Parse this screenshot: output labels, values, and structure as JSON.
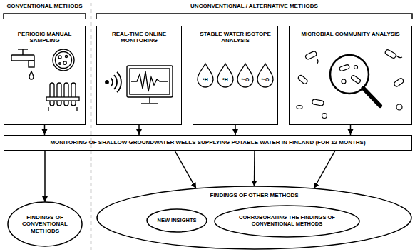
{
  "diagram": {
    "nodes": [
      {
        "text": [
          "PERIODIC MANUAL SAMPLING"
        ]
      },
      {
        "text": [
          "REAL-TIME ONLINE MONITORING"
        ]
      },
      {
        "text": [
          "STABLE WATER ISOTOPE ANALYSIS"
        ]
      },
      {
        "text": [
          "MICROBIAL COMMUNITY ANALYSIS"
        ]
      },
      {
        "text": [
          "MONITORING OF SHALLOW GROUNDWATER WELLS SUPPLYING POTABLE WATER IN FINLAND (FOR 12 MONTHS)"
        ]
      },
      {
        "text": [
          "FINDINGS OF CONVENTIONAL METHODS"
        ]
      },
      {
        "text": [
          "FINDINGS OF OTHER METHODS"
        ]
      },
      {
        "text": [
          "NEW INSIGHTS"
        ],
        "in": 6
      },
      {
        "text": [
          "CORROBORATING THE FINDINGS OF CONVENTIONAL METHODS"
        ],
        "in": 6
      }
    ],
    "edges": [
      {
        "from": 0,
        "to": 4,
        "arrow": "to"
      },
      {
        "from": 1,
        "to": 4,
        "arrow": "to"
      },
      {
        "from": 2,
        "to": 4,
        "arrow": "to"
      },
      {
        "from": 3,
        "to": 4,
        "arrow": "to"
      },
      {
        "from": 4,
        "to": 5,
        "arrow": "to"
      },
      {
        "from": 4,
        "to": 6,
        "arrow": "to"
      },
      {
        "from": 4,
        "to": 6,
        "arrow": "to"
      },
      {
        "from": 4,
        "to": 6,
        "arrow": "to"
      }
    ],
    "labels": [
      "CONVENTIONAL METHODS",
      "UNCONVENTIONAL / ALTERNATIVE METHODS",
      "¹H",
      "²H",
      "¹⁶O",
      "¹⁸O"
    ]
  }
}
